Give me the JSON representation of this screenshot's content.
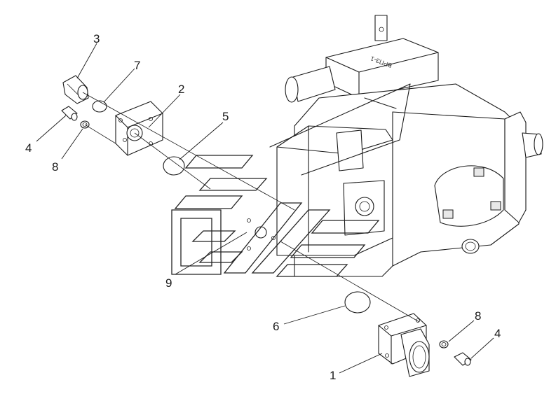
{
  "diagram": {
    "callouts": [
      {
        "id": "c3",
        "label": "3"
      },
      {
        "id": "c7",
        "label": "7"
      },
      {
        "id": "c2",
        "label": "2"
      },
      {
        "id": "c5",
        "label": "5"
      },
      {
        "id": "c4a",
        "label": "4"
      },
      {
        "id": "c8a",
        "label": "8"
      },
      {
        "id": "c9",
        "label": "9"
      },
      {
        "id": "c6",
        "label": "6"
      },
      {
        "id": "c8b",
        "label": "8"
      },
      {
        "id": "c4b",
        "label": "4"
      },
      {
        "id": "c1",
        "label": "1"
      }
    ],
    "plate_text": "ВРПЗ-1"
  }
}
